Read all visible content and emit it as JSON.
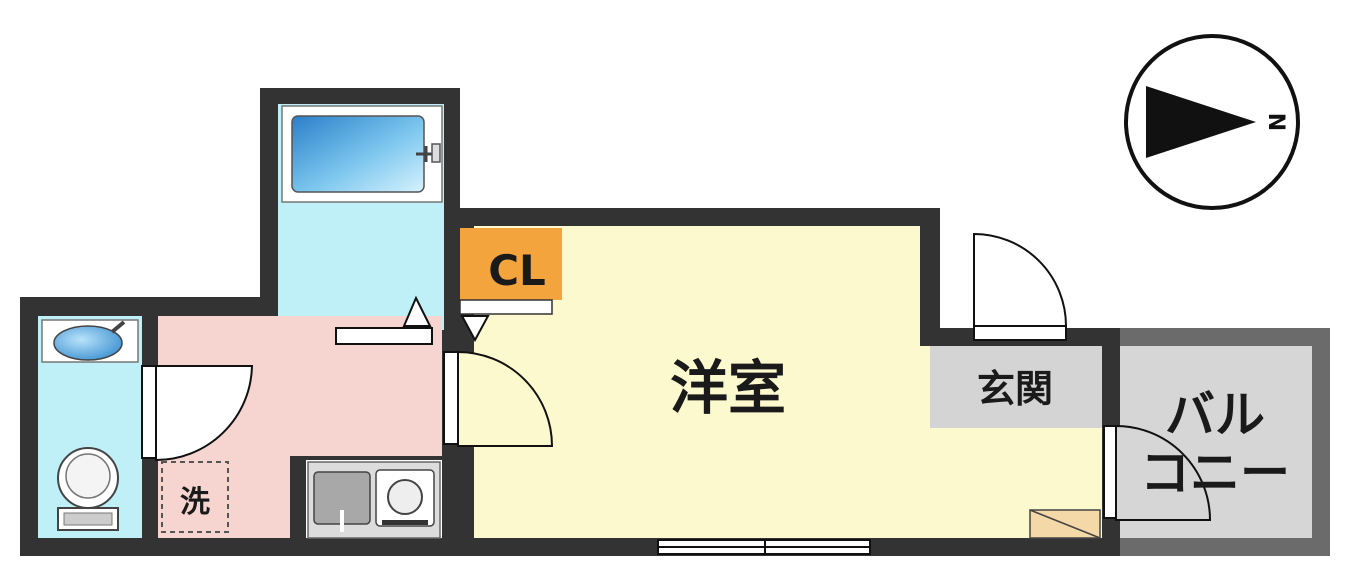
{
  "rooms": {
    "western_room": "洋室",
    "entrance": "玄関",
    "closet": "CL",
    "washer": "洗",
    "balcony_line1": "バル",
    "balcony_line2": "コニー"
  },
  "compass": {
    "north_label": "N"
  },
  "colors": {
    "wall": "#333333",
    "western_room": "#fdf9cf",
    "washroom": "#f6d5d1",
    "bathroom": "#bff0f7",
    "closet": "#f3a43c",
    "entrance": "#d4d4d4",
    "balcony": "#d6d6d6",
    "balcony_wall": "#6b6b6b",
    "bathtub": "#3a8fd0"
  }
}
